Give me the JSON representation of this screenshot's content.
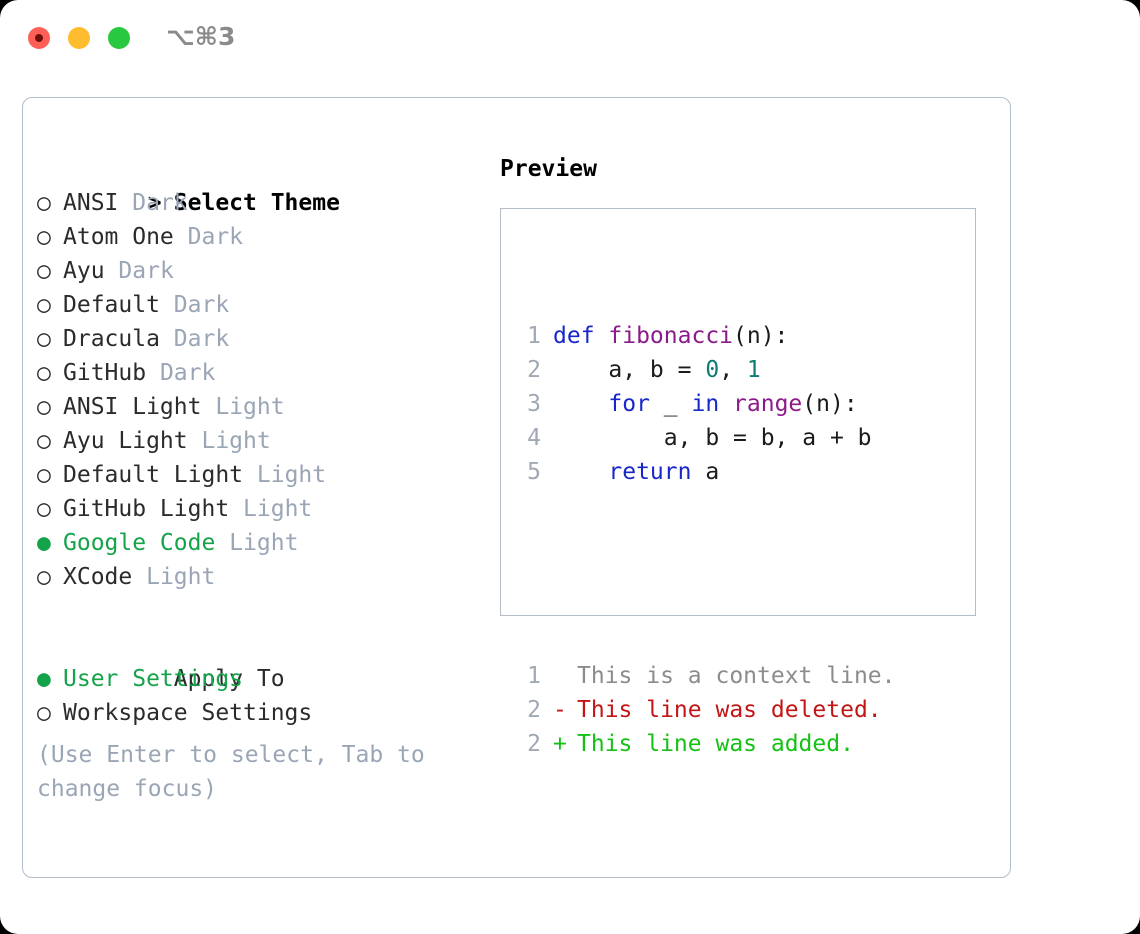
{
  "titlebar": {
    "shortcut": "⌥⌘3",
    "buttons": [
      {
        "name": "close",
        "color": "#ff5f57"
      },
      {
        "name": "minimize",
        "color": "#febc2e"
      },
      {
        "name": "maximize",
        "color": "#28c840"
      }
    ]
  },
  "colors": {
    "selected_green": "#15a34a",
    "muted_gray": "#9aa5b5",
    "border": "#b4bdca",
    "keyword_blue": "#1727c9",
    "function_purple": "#8b1a8b",
    "number_teal": "#0d7d74",
    "diff_add": "#16c116",
    "diff_del": "#c21616",
    "diff_ctx": "#8c8c8c"
  },
  "theme_list": {
    "header": {
      "marker": ">",
      "label": "Select Theme"
    },
    "items": [
      {
        "marker": "○",
        "label": "ANSI",
        "tag": "Dark",
        "selected": false
      },
      {
        "marker": "○",
        "label": "Atom One",
        "tag": "Dark",
        "selected": false
      },
      {
        "marker": "○",
        "label": "Ayu",
        "tag": "Dark",
        "selected": false
      },
      {
        "marker": "○",
        "label": "Default",
        "tag": "Dark",
        "selected": false
      },
      {
        "marker": "○",
        "label": "Dracula",
        "tag": "Dark",
        "selected": false
      },
      {
        "marker": "○",
        "label": "GitHub",
        "tag": "Dark",
        "selected": false
      },
      {
        "marker": "○",
        "label": "ANSI Light",
        "tag": "Light",
        "selected": false
      },
      {
        "marker": "○",
        "label": "Ayu Light",
        "tag": "Light",
        "selected": false
      },
      {
        "marker": "○",
        "label": "Default Light",
        "tag": "Light",
        "selected": false
      },
      {
        "marker": "○",
        "label": "GitHub Light",
        "tag": "Light",
        "selected": false
      },
      {
        "marker": "●",
        "label": "Google Code",
        "tag": "Light",
        "selected": true
      },
      {
        "marker": "○",
        "label": "XCode",
        "tag": "Light",
        "selected": false
      }
    ]
  },
  "apply_to": {
    "header": "Apply To",
    "items": [
      {
        "marker": "●",
        "label": "User Settings",
        "selected": true
      },
      {
        "marker": "○",
        "label": "Workspace Settings",
        "selected": false
      }
    ]
  },
  "hint": "(Use Enter to select, Tab to change focus)",
  "preview": {
    "title": "Preview",
    "code_lines": [
      {
        "number": "1",
        "tokens": [
          {
            "text": "def ",
            "kind": "kw"
          },
          {
            "text": "fibonacci",
            "kind": "fn"
          },
          {
            "text": "(n):",
            "kind": "pl"
          }
        ]
      },
      {
        "number": "2",
        "tokens": [
          {
            "text": "    a, b = ",
            "kind": "pl"
          },
          {
            "text": "0",
            "kind": "num"
          },
          {
            "text": ", ",
            "kind": "pl"
          },
          {
            "text": "1",
            "kind": "num"
          }
        ]
      },
      {
        "number": "3",
        "tokens": [
          {
            "text": "    ",
            "kind": "pl"
          },
          {
            "text": "for",
            "kind": "kw"
          },
          {
            "text": " _ ",
            "kind": "pl"
          },
          {
            "text": "in",
            "kind": "kw"
          },
          {
            "text": " ",
            "kind": "pl"
          },
          {
            "text": "range",
            "kind": "fn"
          },
          {
            "text": "(n):",
            "kind": "pl"
          }
        ]
      },
      {
        "number": "4",
        "tokens": [
          {
            "text": "        a, b = b, a + b",
            "kind": "pl"
          }
        ]
      },
      {
        "number": "5",
        "tokens": [
          {
            "text": "    ",
            "kind": "pl"
          },
          {
            "text": "return",
            "kind": "kw"
          },
          {
            "text": " a",
            "kind": "pl"
          }
        ]
      }
    ],
    "diff_lines": [
      {
        "number": "1",
        "sign": " ",
        "text": "This is a context line.",
        "kind": "ctx"
      },
      {
        "number": "2",
        "sign": "-",
        "text": "This line was deleted.",
        "kind": "del"
      },
      {
        "number": "2",
        "sign": "+",
        "text": "This line was added.",
        "kind": "add"
      }
    ]
  }
}
